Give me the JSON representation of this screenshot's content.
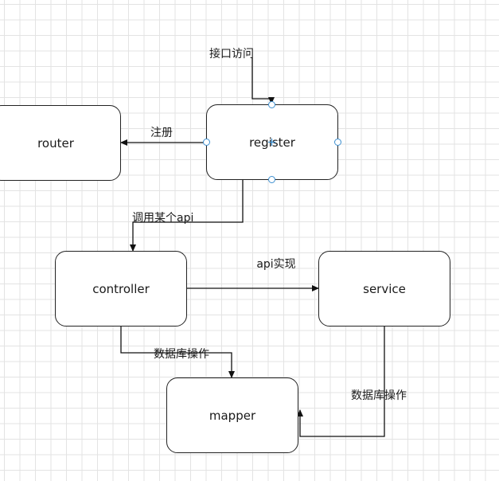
{
  "nodes": {
    "router": "router",
    "register": "register",
    "controller": "controller",
    "service": "service",
    "mapper": "mapper"
  },
  "edge_labels": {
    "interface_access": "接口访问",
    "register_edge": "注册",
    "call_api": "调用某个api",
    "api_impl": "api实现",
    "db_op_left": "数据库操作",
    "db_op_right": "数据库操作"
  },
  "colors": {
    "selection_handle": "#3c8fd0",
    "grid": "#e3e3e3",
    "stroke": "#222222"
  },
  "selected_node": "register"
}
